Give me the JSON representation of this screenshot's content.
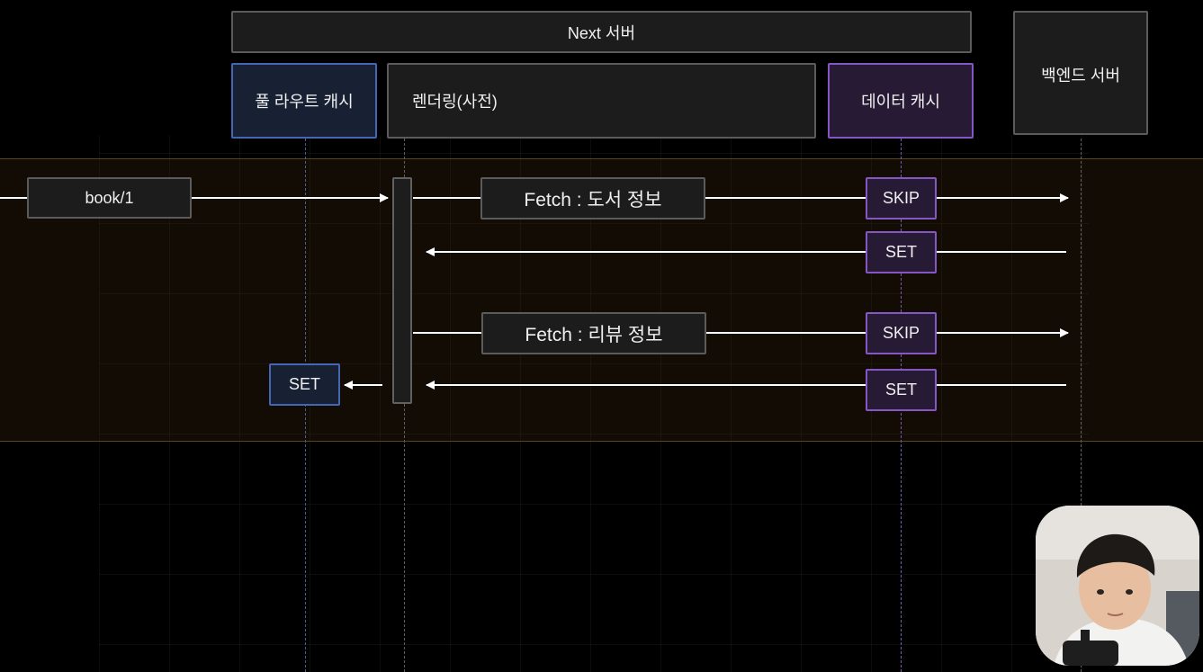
{
  "header": {
    "next_server": "Next 서버",
    "backend_server": "백엔드 서버"
  },
  "columns": {
    "full_route_cache": "풀 라우트 캐시",
    "rendering": "렌더링(사전)",
    "data_cache": "데이터 캐시"
  },
  "flow": {
    "request": "book/1",
    "fetch_book": "Fetch : 도서 정보",
    "fetch_review": "Fetch : 리뷰 정보",
    "skip_1": "SKIP",
    "set_1": "SET",
    "skip_2": "SKIP",
    "set_2": "SET",
    "route_set": "SET"
  },
  "colors": {
    "background": "#000000",
    "gray_border": "#5b5b5b",
    "blue_border": "#4566b5",
    "purple_border": "#8657c4",
    "band_border": "#5a4419"
  },
  "icons": {
    "presenter": "presenter-webcam-avatar"
  }
}
